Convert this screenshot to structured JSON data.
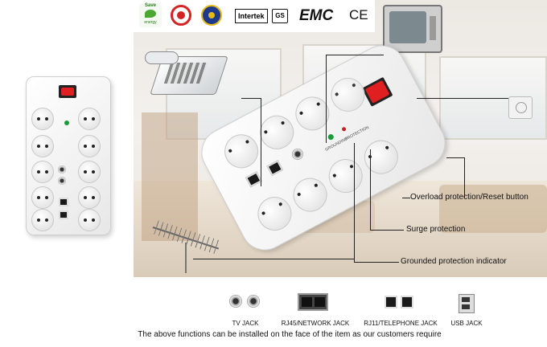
{
  "logos": {
    "save_energy_top": "Save",
    "save_energy_bottom": "energy",
    "intertek": "Intertek",
    "gs": "GS",
    "emc": "EMC",
    "ce": "CE"
  },
  "callouts": {
    "overload": "Overload protection/Reset button",
    "surge": "Surge protection",
    "grounded": "Grounded protection indicator"
  },
  "strip_labels": {
    "grounding": "GROUNDING",
    "protection": "PROTECTION"
  },
  "jack_labels": {
    "tv": "TV JACK",
    "rj45": "RJ45/NETWORK JACK",
    "rj11": "RJ11/TELEPHONE JACK",
    "usb": "USB JACK"
  },
  "footer_text": "The above functions can be installed on the face of the item as our customers require",
  "colors": {
    "switch_red": "#e02020",
    "led_green": "#1c9a3a",
    "pin_orange": "#c9842e"
  }
}
